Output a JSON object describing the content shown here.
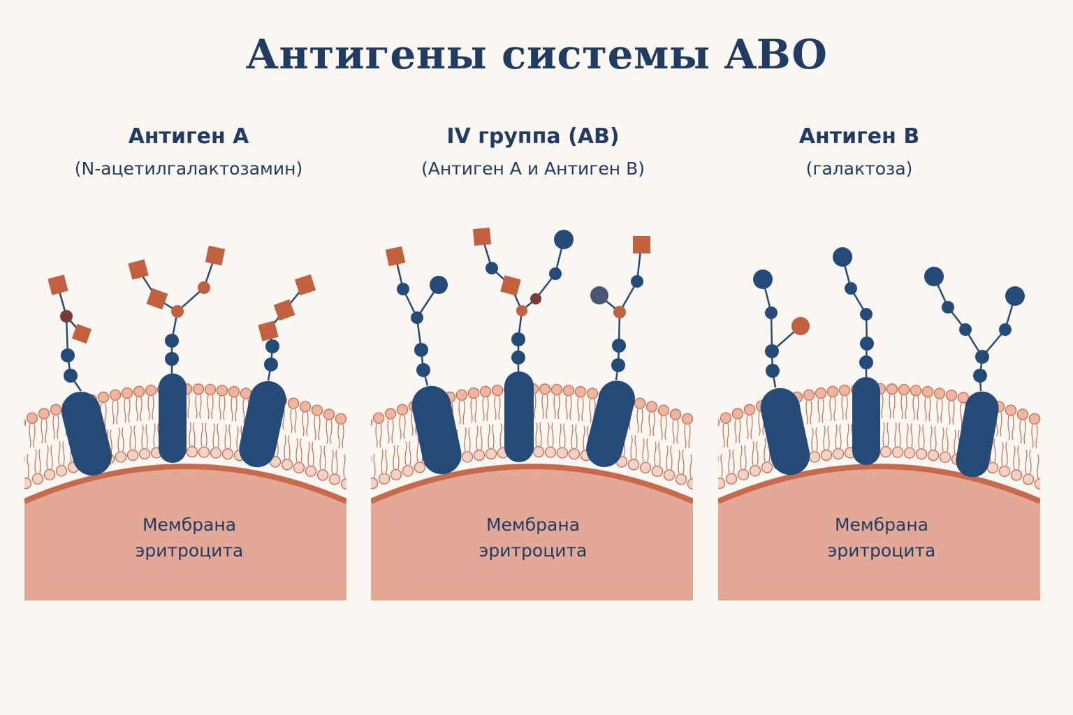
{
  "title": "Антигены системы ABO",
  "colors": {
    "background": "#fbf7f2",
    "title": "#213c63",
    "protein": "#244a78",
    "antigen_a": "#c2603f",
    "antigen_b": "#244a78",
    "membrane_cell": "#e3a896",
    "membrane_edge": "#c8694c",
    "lipid_head": "#f0b5a0"
  },
  "panels": [
    {
      "title": "Антиген A",
      "subtitle": "(N-ацетилгалактозамин)",
      "membrane_label": [
        "Мембрана",
        "эритроцита"
      ]
    },
    {
      "title": "IV группа (AB)",
      "subtitle": "(Антиген A и Антиген B)",
      "membrane_label": [
        "Мембрана",
        "эритроцита"
      ]
    },
    {
      "title": "Антиген B",
      "subtitle": "(галактоза)",
      "membrane_label": [
        "Мембрана",
        "эритроцита"
      ]
    }
  ]
}
